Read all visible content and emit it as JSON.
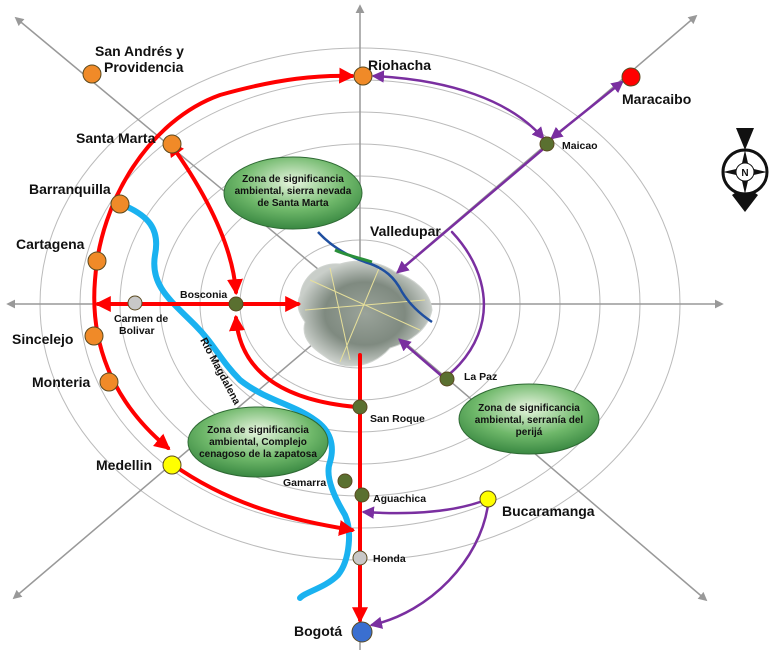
{
  "cities": {
    "san_andres": [
      "San Andrés y",
      "Providencia"
    ],
    "riohacha": "Riohacha",
    "maracaibo": "Maracaibo",
    "santa_marta": "Santa Marta",
    "maicao": "Maicao",
    "barranquilla": "Barranquilla",
    "valledupar": "Valledupar",
    "cartagena": "Cartagena",
    "bosconia": "Bosconia",
    "carmen": [
      "Carmen de",
      "Bolivar"
    ],
    "sincelejo": "Sincelejo",
    "monteria": "Monteria",
    "la_paz": "La Paz",
    "san_roque": "San Roque",
    "medellin": "Medellin",
    "gamarra": "Gamarra",
    "aguachica": "Aguachica",
    "bucaramanga": "Bucaramanga",
    "honda": "Honda",
    "bogota": "Bogotá"
  },
  "zones": {
    "santa_marta": [
      "Zona de significancia",
      "ambiental, sierra nevada",
      "de Santa Marta"
    ],
    "zapatosa": [
      "Zona de significancia",
      "ambiental, Complejo",
      "cenagoso de la zapatosa"
    ],
    "perija": [
      "Zona de significancia",
      "ambiental, serranía del",
      "perijá"
    ]
  },
  "river": "Río Magdalena",
  "compass": "N",
  "colors": {
    "red_route": "#ff0000",
    "purple_route": "#7a2fa0",
    "river": "#1ab2f0",
    "orange_node": "#f08a28",
    "green_node": "#5a7030",
    "yellow_node": "#ffff00",
    "gray_node": "#c8c8c8",
    "maracaibo_node": "#ff0000",
    "bogota_node": "#3a6fd0",
    "zone_fill": "#2f8f3f",
    "grid": "#aaaaaa"
  }
}
